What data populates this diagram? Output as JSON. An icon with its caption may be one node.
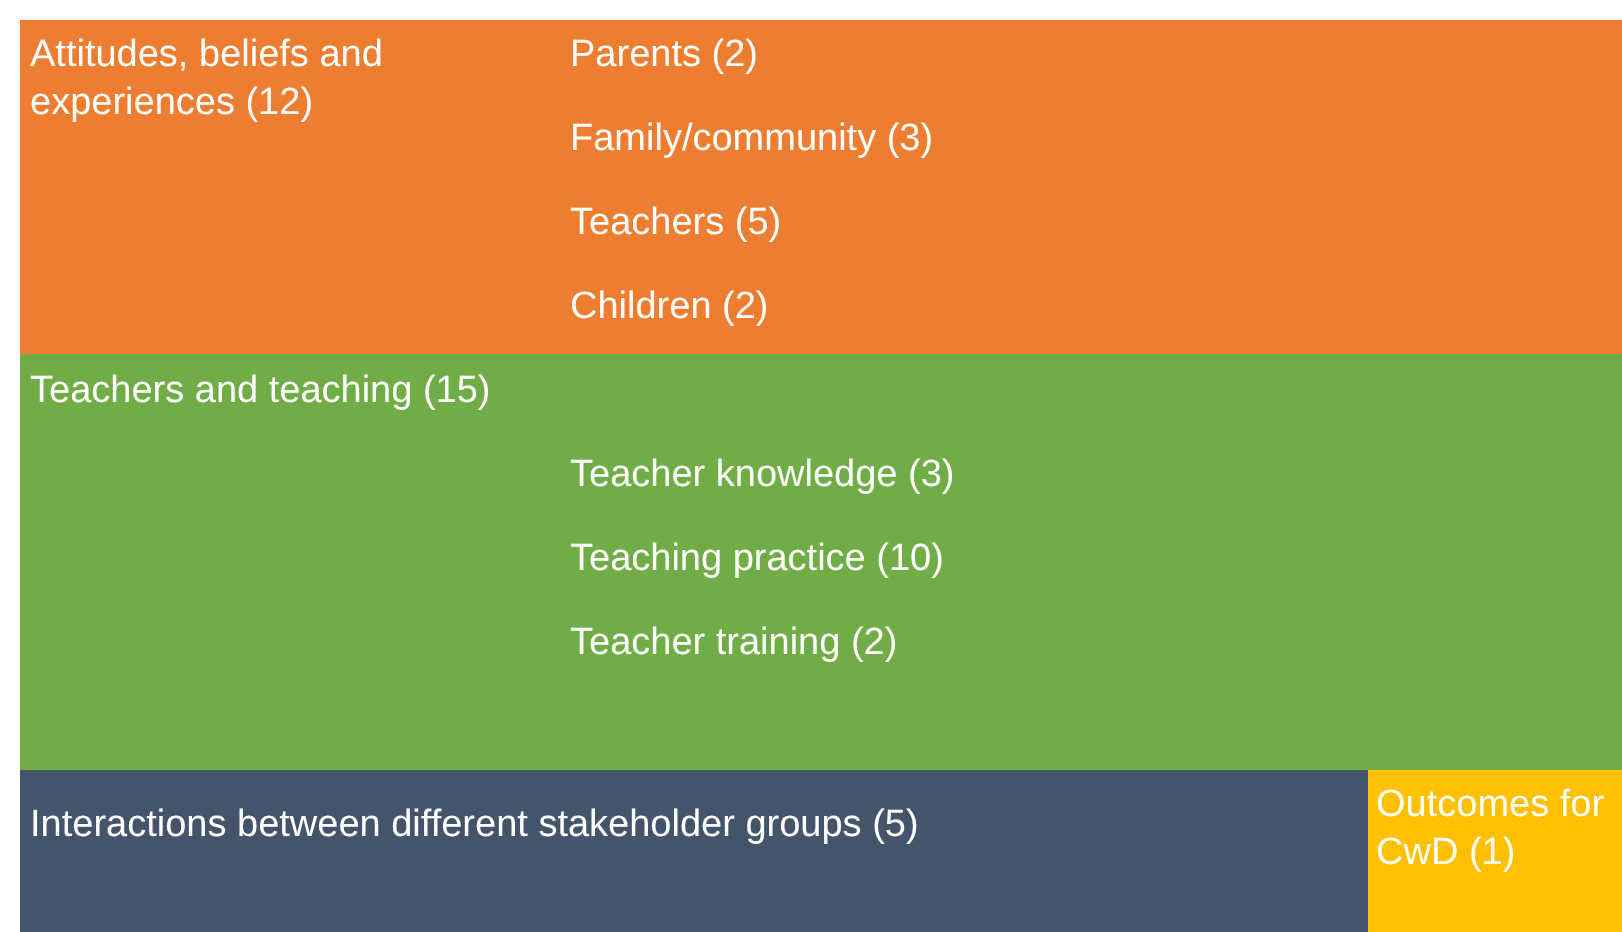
{
  "diagram": {
    "nodes": [
      {
        "text": [
          "Attitudes, beliefs and experiences  (12)",
          "Parents (2)",
          "Family/community (3)",
          "Teachers (5)",
          "Children (2)"
        ]
      },
      {
        "text": [
          "Teachers and teaching (15)",
          "Teacher knowledge (3)",
          "Teaching practice (10)",
          "Teacher training (2)"
        ]
      },
      {
        "text": [
          "Interactions between different stakeholder groups (5)"
        ]
      },
      {
        "text": [
          "Outcomes for CwD (1)"
        ]
      }
    ]
  }
}
